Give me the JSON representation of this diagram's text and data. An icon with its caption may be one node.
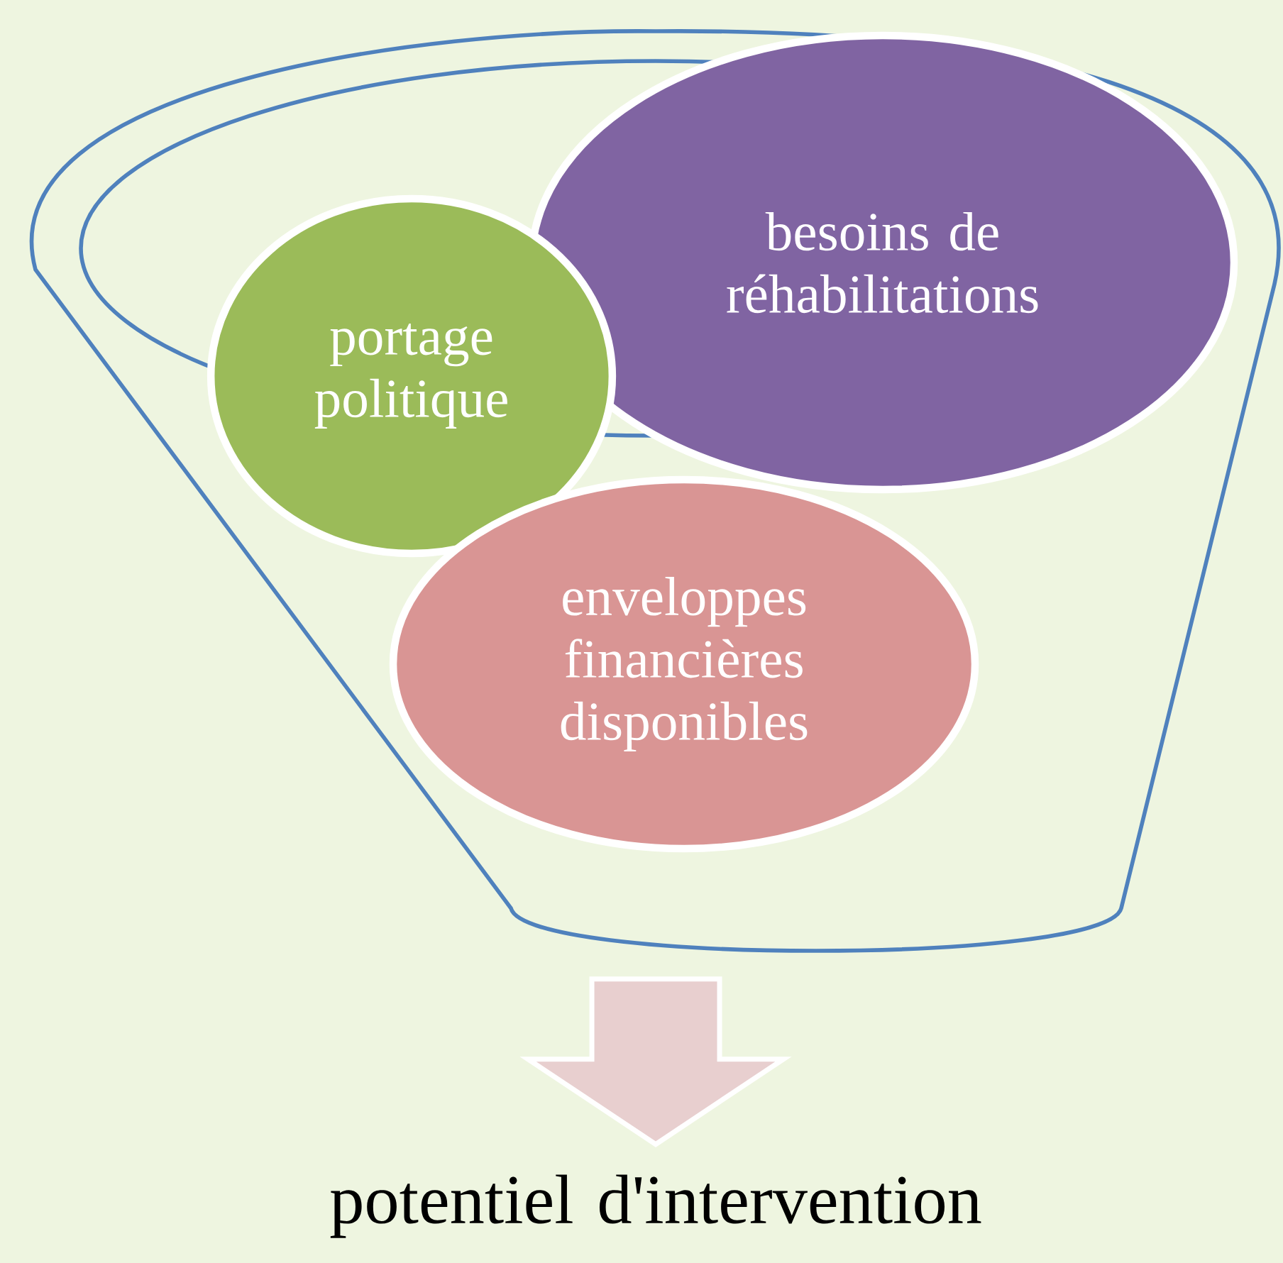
{
  "diagram": {
    "nodes": [
      {
        "text": [],
        "shape": "funnel"
      },
      {
        "text": [
          "besoins de réhabilitations"
        ],
        "in": 0
      },
      {
        "text": [
          "portage politique"
        ],
        "in": 0
      },
      {
        "text": [
          "enveloppes financières disponibles"
        ],
        "in": 0
      },
      {
        "text": [
          "potentiel d'intervention"
        ]
      }
    ],
    "edges": [
      {
        "from": 0,
        "to": 4,
        "arrow": "to",
        "style": "thick",
        "color": "#e8cfcf"
      }
    ]
  }
}
